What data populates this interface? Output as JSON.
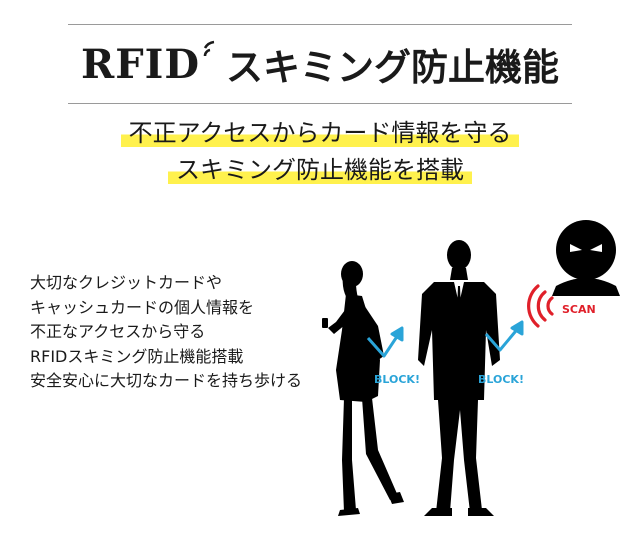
{
  "title": {
    "rfid": "RFID",
    "main": "スキミング防止機能"
  },
  "subtitle": {
    "line1": "不正アクセスからカード情報を守る",
    "line2": "スキミング防止機能を搭載"
  },
  "description": [
    "大切なクレジットカードや",
    "キャッシュカードの個人情報を",
    "不正なアクセスから守る",
    "RFIDスキミング防止機能搭載",
    "安全安心に大切なカードを持ち歩ける"
  ],
  "illustration": {
    "block_label": "BLOCK!",
    "scan_label": "SCAN",
    "colors": {
      "block": "#2aa4d8",
      "scan": "#e0202a",
      "highlight": "#fff14d",
      "silhouette": "#000000"
    }
  }
}
